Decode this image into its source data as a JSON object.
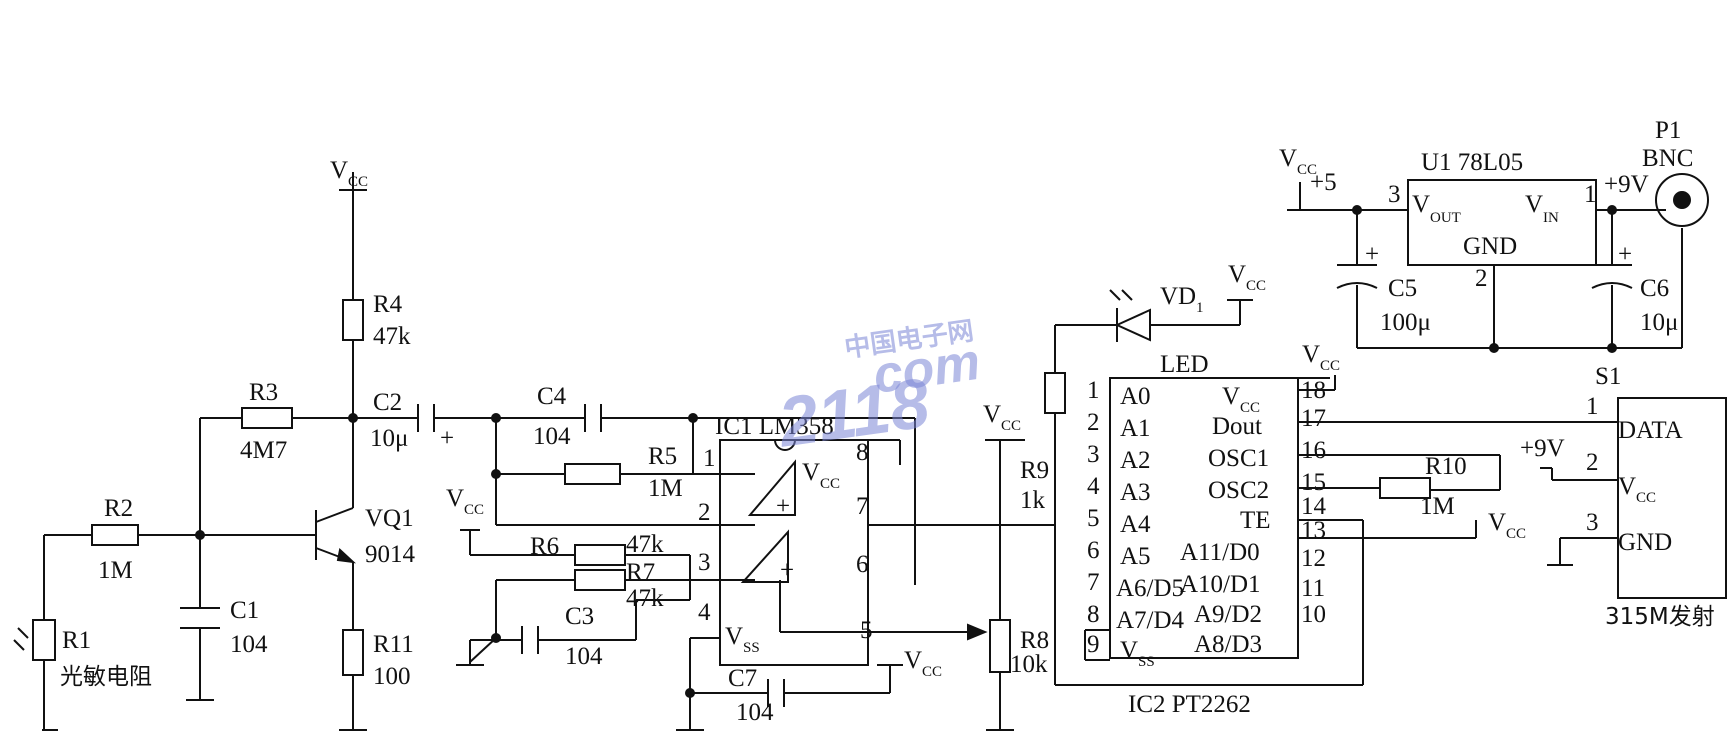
{
  "labels": {
    "vcc": "V",
    "cc": "CC",
    "ss": "SS",
    "out": "OUT",
    "in": "IN",
    "r1": "R1",
    "r1_type": "光敏电阻",
    "r2": "R2",
    "r2_val": "1M",
    "r3": "R3",
    "r3_val": "4M7",
    "r4": "R4",
    "r4_val": "47k",
    "r5": "R5",
    "r5_val": "1M",
    "r6": "R6",
    "r6_val": "47k",
    "r7": "R7",
    "r7_val": "47k",
    "r8": "R8",
    "r8_val": "10k",
    "r9": "R9",
    "r9_val": "1k",
    "r10": "R10",
    "r10_val": "1M",
    "r11": "R11",
    "r11_val": "100",
    "c1": "C1",
    "c1_val": "104",
    "c2": "C2",
    "c2_val": "10μ",
    "c3": "C3",
    "c3_val": "104",
    "c4": "C4",
    "c4_val": "104",
    "c5": "C5",
    "c5_val": "100μ",
    "c6": "C6",
    "c6_val": "10μ",
    "c7": "C7",
    "c7_val": "104",
    "vq1": "VQ1",
    "vq1_val": "9014",
    "ic1": "IC1 LM358",
    "ic2": "IC2 PT2262",
    "u1": "U1  78L05",
    "p1": "P1",
    "bnc": "BNC",
    "s1": "S1",
    "vd": "VD",
    "vd_sub": "1",
    "led": "LED",
    "gnd": "GND",
    "plus5": "+5",
    "plus9v": "+9V",
    "data": "DATA",
    "dout": "Dout",
    "te": "TE",
    "osc1": "OSC1",
    "osc2": "OSC2",
    "a0": "A0",
    "a1": "A1",
    "a2": "A2",
    "a3": "A3",
    "a4": "A4",
    "a5": "A5",
    "a6": "A6/D5",
    "a7": "A7/D4",
    "a8": "A8/D3",
    "a9": "A9/D2",
    "a10": "A10/D1",
    "a11": "A11/D0",
    "tx": "315M发射",
    "plus": "+",
    "n1": "1",
    "n2": "2",
    "n3": "3",
    "n4": "4",
    "n5": "5",
    "n6": "6",
    "n7": "7",
    "n8": "8",
    "n9": "9",
    "n10": "10",
    "n11": "11",
    "n12": "12",
    "n13": "13",
    "n14": "14",
    "n15": "15",
    "n16": "16",
    "n17": "17",
    "n18": "18"
  },
  "watermark": {
    "cn": "中国电子网",
    "num": "2118",
    "com": "com"
  }
}
